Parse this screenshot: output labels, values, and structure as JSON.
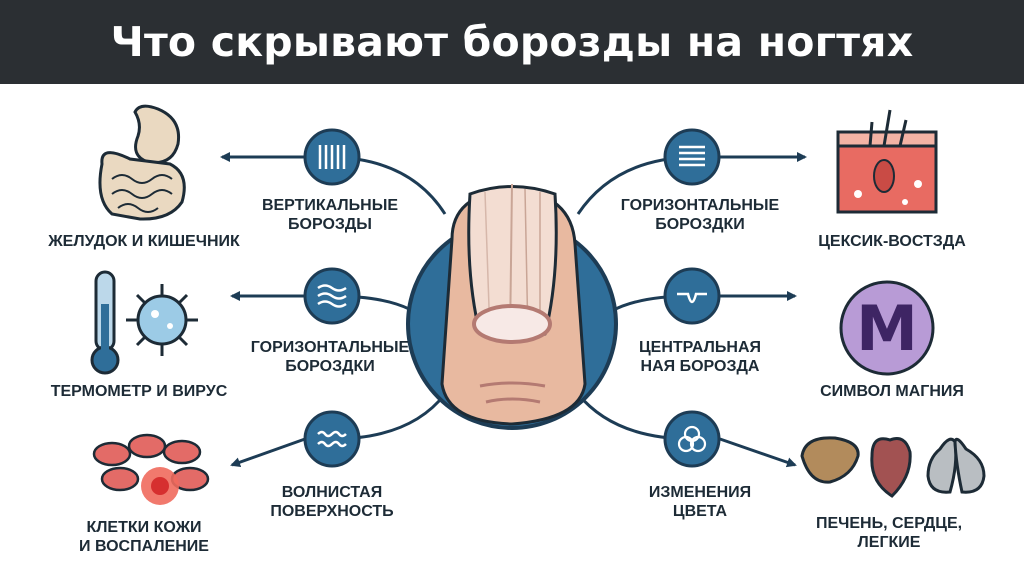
{
  "header": {
    "title": "Что скрывают борозды на ногтях"
  },
  "colors": {
    "navy": "#1d3c55",
    "blue": "#2f6e99",
    "arrow": "#1d3c55",
    "header_bg": "#2b2f33"
  },
  "left": {
    "groove1": {
      "line1": "ВЕРТИКАЛЬНЫЕ",
      "line2": "БОРОЗДЫ",
      "icon": "vertical-lines-icon"
    },
    "groove2": {
      "line1": "ГОРИЗОНТАЛЬНЫЕ",
      "line2": "БОРОЗДКИ",
      "icon": "wavy-lines-icon"
    },
    "groove3": {
      "line1": "ВОЛНИСТАЯ",
      "line2": "ПОВЕРХНОСТЬ",
      "icon": "waves-icon"
    },
    "out1": {
      "line1": "ЖЕЛУДОК И КИШЕЧНИК",
      "icon": "stomach-intestine-icon"
    },
    "out2": {
      "line1": "ТЕРМОМЕТР И ВИРУС",
      "icon": "thermometer-virus-icon"
    },
    "out3": {
      "line1": "КЛЕТКИ КОЖИ",
      "line2": "И ВОСПАЛЕНИЕ",
      "icon": "skin-cells-icon"
    }
  },
  "right": {
    "groove1": {
      "line1": "ГОРИЗОНТАЛЬНЫЕ",
      "line2": "БОРОЗДКИ",
      "icon": "horizontal-lines-icon"
    },
    "groove2": {
      "line1": "ЦЕНТРАЛЬНАЯ",
      "line2": "НАЯ БОРОЗДА",
      "icon": "central-groove-icon"
    },
    "groove3": {
      "line1": "ИЗМЕНЕНИЯ",
      "line2": "ЦВЕТА",
      "icon": "color-change-icon"
    },
    "out1": {
      "line1": "ЦЕКСИК-ВОСТЗДА",
      "icon": "skin-layer-icon"
    },
    "out2": {
      "line1": "СИМВОЛ МАГНИЯ",
      "icon": "magnesium-symbol-icon",
      "symbol": "M"
    },
    "out3": {
      "line1": "ПЕЧЕНЬ, СЕРДЦЕ,",
      "line2": "ЛЕГКИЕ",
      "icon": "organs-icon"
    }
  }
}
